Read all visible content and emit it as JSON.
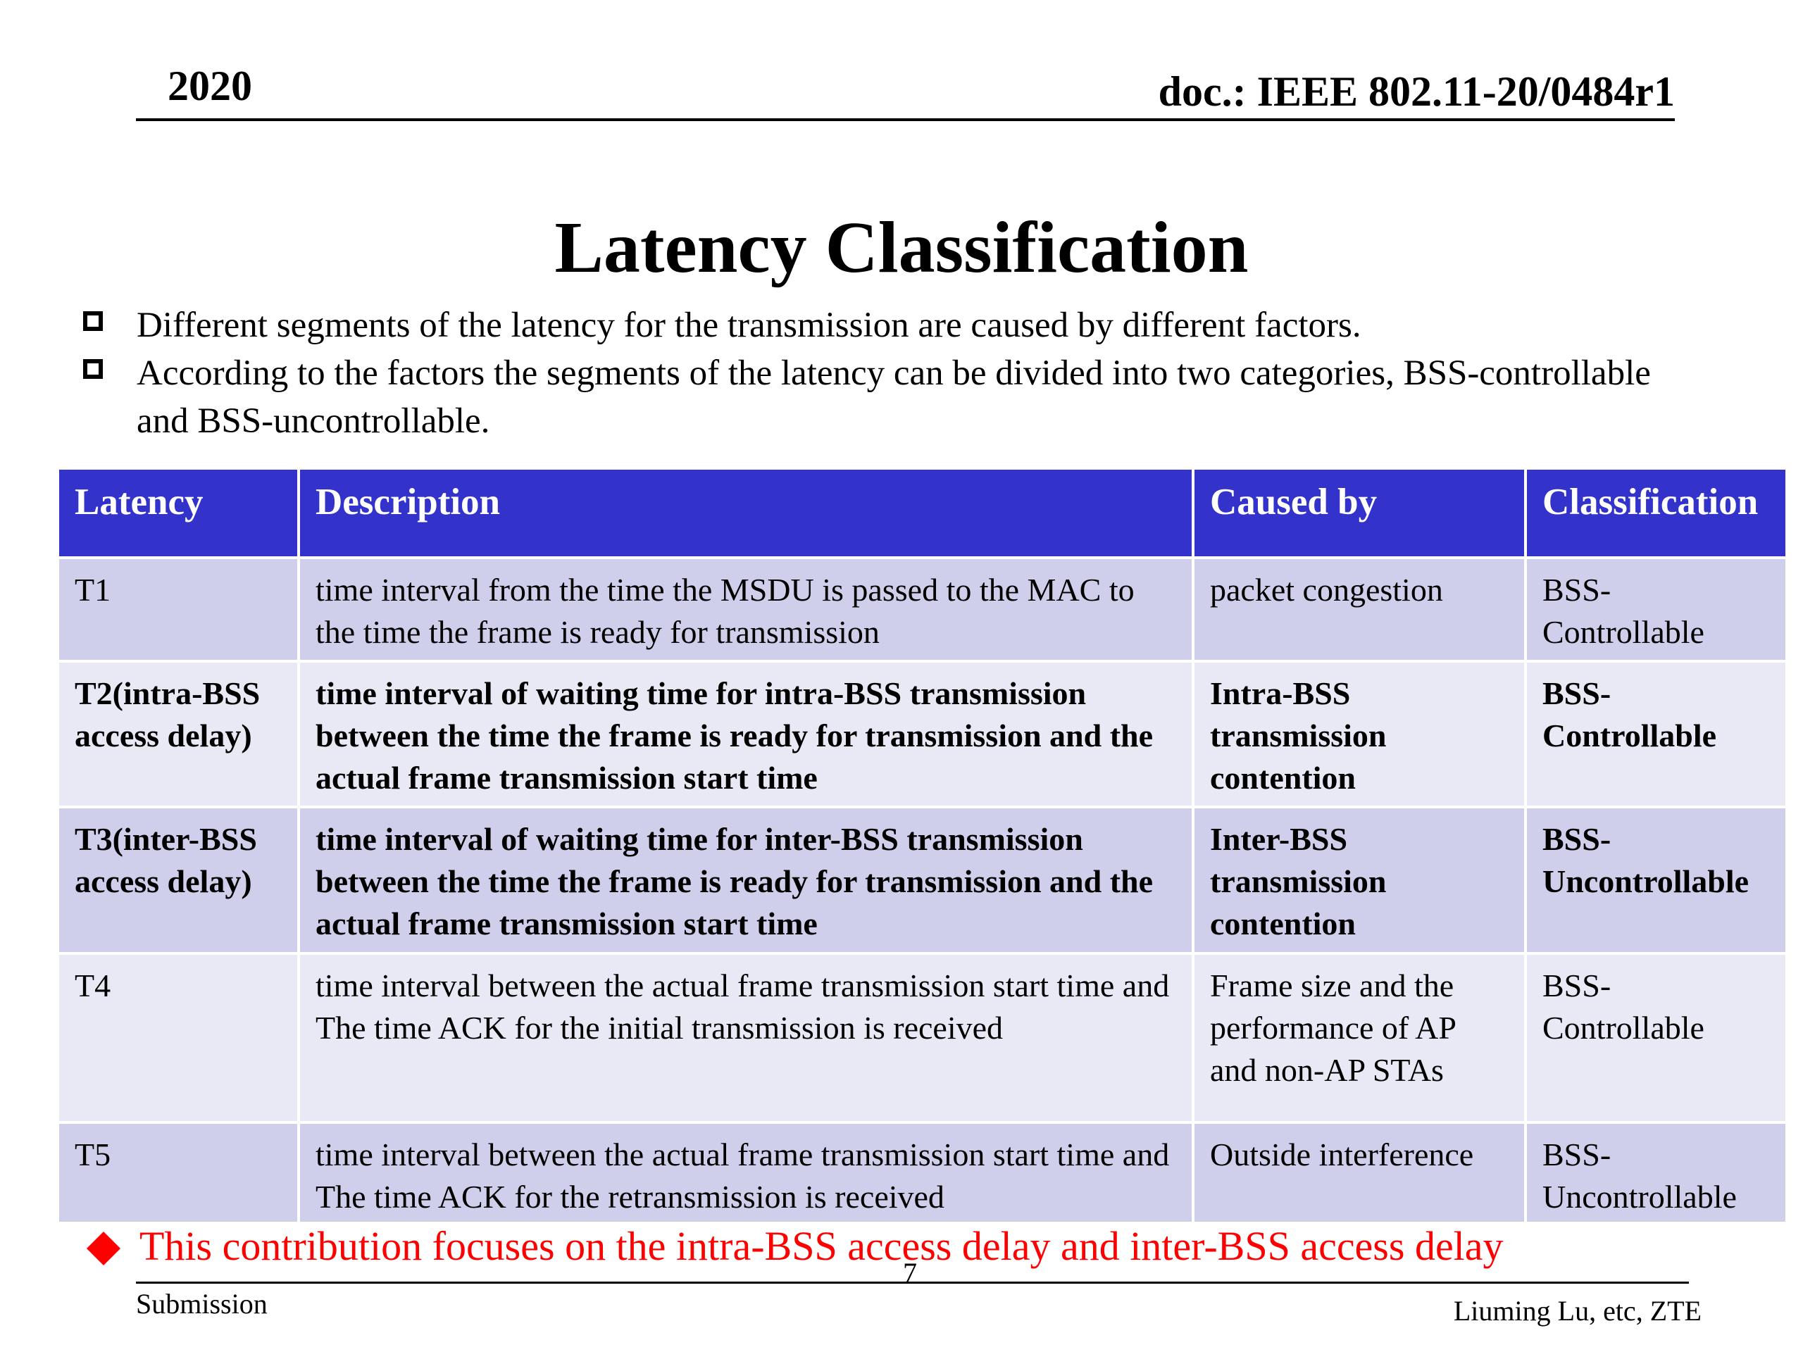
{
  "header": {
    "year": "2020",
    "doc_id": "doc.: IEEE 802.11-20/0484r1"
  },
  "title": "Latency Classification",
  "bullets": [
    "Different segments of the latency for the transmission are caused by different factors.",
    "According to the factors the segments of the latency can be divided into two categories, BSS-controllable and BSS-uncontrollable."
  ],
  "table": {
    "headers": [
      "Latency",
      "Description",
      "Caused by",
      "Classification"
    ],
    "rows": [
      {
        "latency": "T1",
        "description": "time interval from the time the MSDU is passed to the MAC  to the time the frame is ready for transmission",
        "caused_by": "packet congestion",
        "classification": "BSS-Controllable"
      },
      {
        "latency": "T2(intra-BSS access delay)",
        "description": "time interval of waiting time for intra-BSS transmission between the time the frame is ready for transmission and the actual frame transmission start time",
        "caused_by": "Intra-BSS transmission contention",
        "classification": "BSS-Controllable"
      },
      {
        "latency": "T3(inter-BSS access delay)",
        "description": "time interval of waiting time for inter-BSS transmission between the time the frame is ready for transmission and the actual frame transmission start time",
        "caused_by": "Inter-BSS transmission contention",
        "classification": "BSS-Uncontrollable"
      },
      {
        "latency": "T4",
        "description": "time interval between the actual frame transmission start time and The time ACK for the initial transmission is received",
        "caused_by": "Frame size and the performance of AP and non-AP STAs",
        "classification": "BSS-Controllable"
      },
      {
        "latency": "T5",
        "description": "time interval between the actual frame transmission start time and The time ACK for the retransmission is received",
        "caused_by": "Outside interference",
        "classification": "BSS-Uncontrollable"
      }
    ]
  },
  "note": "This contribution focuses on the intra-BSS access delay and inter-BSS access delay",
  "footer": {
    "submission": "Submission",
    "page": "7",
    "author": "Liuming Lu, etc, ZTE"
  },
  "colors": {
    "header_bg": "#3333cc",
    "row_odd": "#cfcfeb",
    "row_even": "#e9e9f5",
    "note": "#ff0000"
  }
}
